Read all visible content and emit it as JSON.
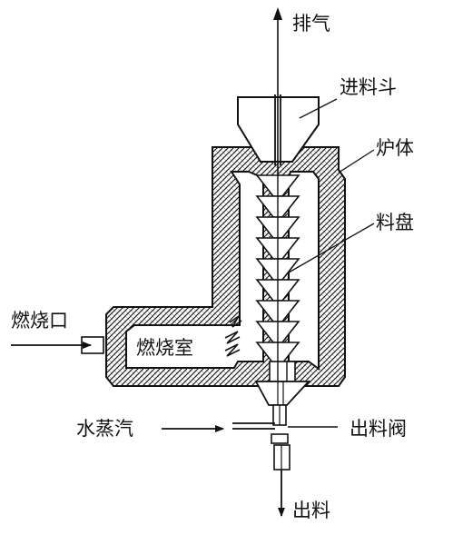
{
  "labels": {
    "exhaust": "排气",
    "hopper": "进料斗",
    "furnace_body": "炉体",
    "tray": "料盘",
    "burner_port": "燃烧口",
    "combustion_chamber": "燃烧室",
    "steam": "水蒸汽",
    "discharge_valve": "出料阀",
    "discharge": "出料"
  }
}
